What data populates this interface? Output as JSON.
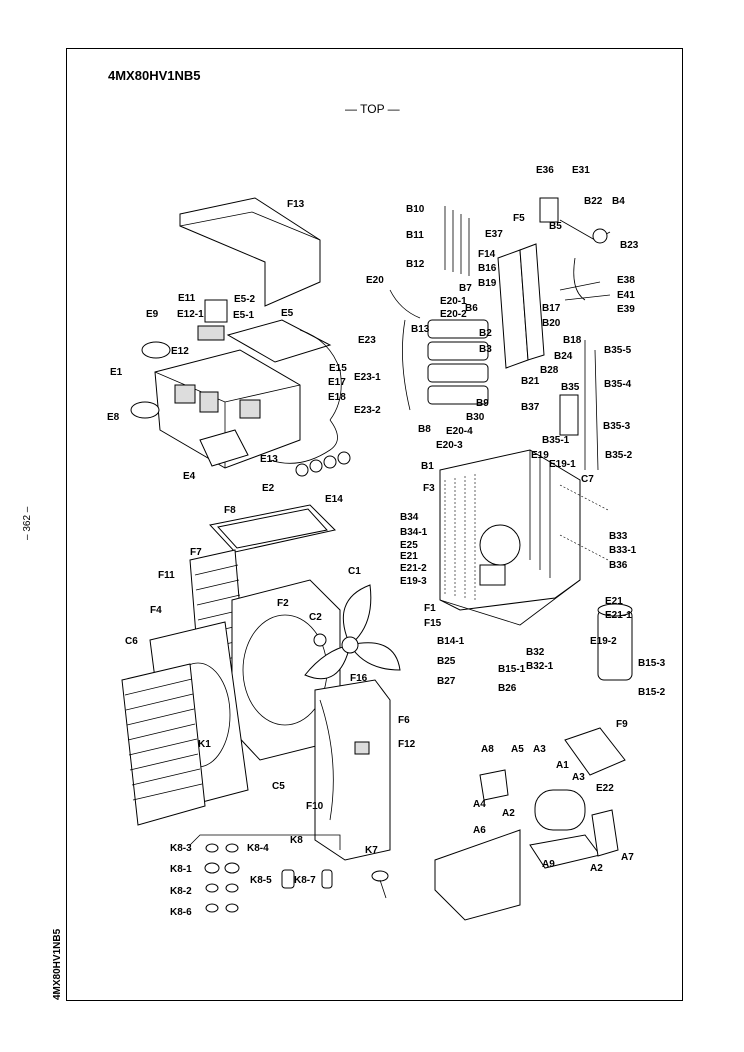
{
  "header": {
    "model": "4MX80HV1NB5",
    "view": "— TOP —",
    "page_number": "– 362 –",
    "side_model": "4MX80HV1NB5"
  },
  "labels": [
    {
      "id": "F13",
      "text": "F13"
    },
    {
      "id": "E11",
      "text": "E11"
    },
    {
      "id": "E5-2",
      "text": "E5-2"
    },
    {
      "id": "E9",
      "text": "E9"
    },
    {
      "id": "E12-1",
      "text": "E12-1"
    },
    {
      "id": "E5-1",
      "text": "E5-1"
    },
    {
      "id": "E5",
      "text": "E5"
    },
    {
      "id": "E12",
      "text": "E12"
    },
    {
      "id": "E1",
      "text": "E1"
    },
    {
      "id": "E15",
      "text": "E15"
    },
    {
      "id": "E17",
      "text": "E17"
    },
    {
      "id": "E18",
      "text": "E18"
    },
    {
      "id": "E8",
      "text": "E8"
    },
    {
      "id": "E13",
      "text": "E13"
    },
    {
      "id": "E4",
      "text": "E4"
    },
    {
      "id": "E2",
      "text": "E2"
    },
    {
      "id": "E14",
      "text": "E14"
    },
    {
      "id": "B10",
      "text": "B10"
    },
    {
      "id": "B11",
      "text": "B11"
    },
    {
      "id": "B12",
      "text": "B12"
    },
    {
      "id": "E20",
      "text": "E20"
    },
    {
      "id": "E20-1",
      "text": "E20-1"
    },
    {
      "id": "E20-2",
      "text": "E20-2"
    },
    {
      "id": "B7",
      "text": "B7"
    },
    {
      "id": "B6",
      "text": "B6"
    },
    {
      "id": "E23",
      "text": "E23"
    },
    {
      "id": "B13",
      "text": "B13"
    },
    {
      "id": "B2",
      "text": "B2"
    },
    {
      "id": "B3",
      "text": "B3"
    },
    {
      "id": "E23-1",
      "text": "E23-1"
    },
    {
      "id": "E23-2",
      "text": "E23-2"
    },
    {
      "id": "B9",
      "text": "B9"
    },
    {
      "id": "B30",
      "text": "B30"
    },
    {
      "id": "B8",
      "text": "B8"
    },
    {
      "id": "E20-4",
      "text": "E20-4"
    },
    {
      "id": "E20-3",
      "text": "E20-3"
    },
    {
      "id": "E36",
      "text": "E36"
    },
    {
      "id": "E31",
      "text": "E31"
    },
    {
      "id": "B22",
      "text": "B22"
    },
    {
      "id": "B4",
      "text": "B4"
    },
    {
      "id": "B5",
      "text": "B5"
    },
    {
      "id": "B23",
      "text": "B23"
    },
    {
      "id": "E37",
      "text": "E37"
    },
    {
      "id": "F5",
      "text": "F5"
    },
    {
      "id": "F14",
      "text": "F14"
    },
    {
      "id": "B16",
      "text": "B16"
    },
    {
      "id": "B19",
      "text": "B19"
    },
    {
      "id": "E38",
      "text": "E38"
    },
    {
      "id": "E41",
      "text": "E41"
    },
    {
      "id": "E39",
      "text": "E39"
    },
    {
      "id": "B17",
      "text": "B17"
    },
    {
      "id": "B20",
      "text": "B20"
    },
    {
      "id": "B18",
      "text": "B18"
    },
    {
      "id": "B35-5",
      "text": "B35-5"
    },
    {
      "id": "B24",
      "text": "B24"
    },
    {
      "id": "B28",
      "text": "B28"
    },
    {
      "id": "B21",
      "text": "B21"
    },
    {
      "id": "B35",
      "text": "B35"
    },
    {
      "id": "B35-4",
      "text": "B35-4"
    },
    {
      "id": "B37",
      "text": "B37"
    },
    {
      "id": "B35-3",
      "text": "B35-3"
    },
    {
      "id": "B35-1",
      "text": "B35-1"
    },
    {
      "id": "B35-2",
      "text": "B35-2"
    },
    {
      "id": "E19",
      "text": "E19"
    },
    {
      "id": "E19-1",
      "text": "E19-1"
    },
    {
      "id": "B1",
      "text": "B1"
    },
    {
      "id": "C7",
      "text": "C7"
    },
    {
      "id": "F3",
      "text": "F3"
    },
    {
      "id": "B34",
      "text": "B34"
    },
    {
      "id": "B34-1",
      "text": "B34-1"
    },
    {
      "id": "E25",
      "text": "E25"
    },
    {
      "id": "E21",
      "text": "E21"
    },
    {
      "id": "E21-2",
      "text": "E21-2"
    },
    {
      "id": "E19-3",
      "text": "E19-3"
    },
    {
      "id": "B33",
      "text": "B33"
    },
    {
      "id": "B33-1",
      "text": "B33-1"
    },
    {
      "id": "B36",
      "text": "B36"
    },
    {
      "id": "F1",
      "text": "F1"
    },
    {
      "id": "F15",
      "text": "F15"
    },
    {
      "id": "E21b",
      "text": "E21"
    },
    {
      "id": "E21-1",
      "text": "E21-1"
    },
    {
      "id": "B14-1",
      "text": "B14-1"
    },
    {
      "id": "E19-2",
      "text": "E19-2"
    },
    {
      "id": "B32",
      "text": "B32"
    },
    {
      "id": "B25",
      "text": "B25"
    },
    {
      "id": "B32-1",
      "text": "B32-1"
    },
    {
      "id": "B15-1",
      "text": "B15-1"
    },
    {
      "id": "B15-3",
      "text": "B15-3"
    },
    {
      "id": "B27",
      "text": "B27"
    },
    {
      "id": "B26",
      "text": "B26"
    },
    {
      "id": "B15-2",
      "text": "B15-2"
    },
    {
      "id": "F8",
      "text": "F8"
    },
    {
      "id": "F7",
      "text": "F7"
    },
    {
      "id": "C1",
      "text": "C1"
    },
    {
      "id": "F11",
      "text": "F11"
    },
    {
      "id": "F2",
      "text": "F2"
    },
    {
      "id": "F4",
      "text": "F4"
    },
    {
      "id": "C2",
      "text": "C2"
    },
    {
      "id": "C6",
      "text": "C6"
    },
    {
      "id": "F16",
      "text": "F16"
    },
    {
      "id": "F6",
      "text": "F6"
    },
    {
      "id": "F12",
      "text": "F12"
    },
    {
      "id": "K1",
      "text": "K1"
    },
    {
      "id": "C5",
      "text": "C5"
    },
    {
      "id": "F10",
      "text": "F10"
    },
    {
      "id": "F9",
      "text": "F9"
    },
    {
      "id": "A8",
      "text": "A8"
    },
    {
      "id": "A5",
      "text": "A5"
    },
    {
      "id": "A3",
      "text": "A3"
    },
    {
      "id": "A1",
      "text": "A1"
    },
    {
      "id": "A3b",
      "text": "A3"
    },
    {
      "id": "E22",
      "text": "E22"
    },
    {
      "id": "A4",
      "text": "A4"
    },
    {
      "id": "A2",
      "text": "A2"
    },
    {
      "id": "A6",
      "text": "A6"
    },
    {
      "id": "A7",
      "text": "A7"
    },
    {
      "id": "A2b",
      "text": "A2"
    },
    {
      "id": "A9",
      "text": "A9"
    },
    {
      "id": "K8-3",
      "text": "K8-3"
    },
    {
      "id": "K8-4",
      "text": "K8-4"
    },
    {
      "id": "K8",
      "text": "K8"
    },
    {
      "id": "K7",
      "text": "K7"
    },
    {
      "id": "K8-1",
      "text": "K8-1"
    },
    {
      "id": "K8-5",
      "text": "K8-5"
    },
    {
      "id": "K8-7",
      "text": "K8-7"
    },
    {
      "id": "K8-2",
      "text": "K8-2"
    },
    {
      "id": "K8-6",
      "text": "K8-6"
    }
  ]
}
